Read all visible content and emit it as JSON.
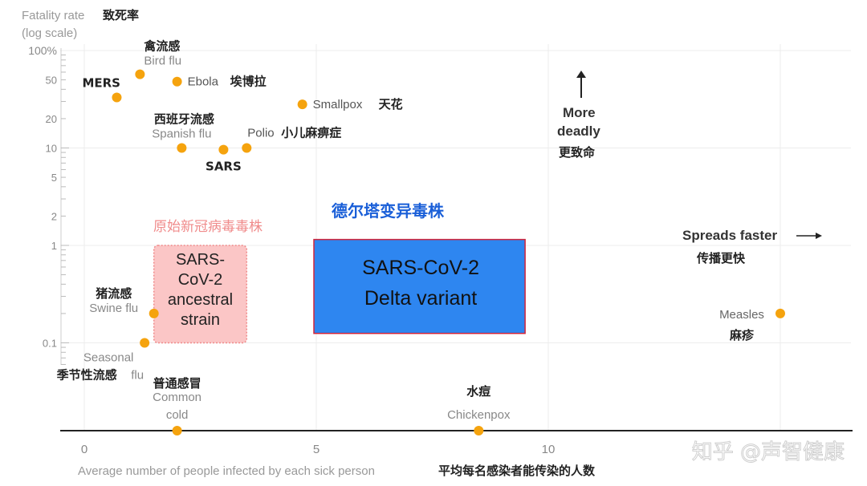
{
  "chart_data": {
    "type": "scatter",
    "log_y": true,
    "xlim": [
      -0.5,
      16.7
    ],
    "ylim": [
      0.05,
      100
    ],
    "grid": true,
    "y_axis_title": {
      "en": "Fatality rate",
      "en2": "(log scale)",
      "zh": "致死率"
    },
    "x_axis_title": {
      "en": "Average number of people infected by each sick person",
      "zh": "平均每名感染者能传染的人数"
    },
    "x_ticks": [
      {
        "v": 0,
        "label": "0"
      },
      {
        "v": 5,
        "label": "5"
      },
      {
        "v": 10,
        "label": "10"
      }
    ],
    "y_ticks": [
      {
        "v": 100,
        "label": "100%"
      },
      {
        "v": 50,
        "label": "50"
      },
      {
        "v": 20,
        "label": "20"
      },
      {
        "v": 10,
        "label": "10"
      },
      {
        "v": 5,
        "label": "5"
      },
      {
        "v": 2,
        "label": "2"
      },
      {
        "v": 1,
        "label": "1"
      },
      {
        "v": 0.1,
        "label": "0.1"
      }
    ],
    "points": [
      {
        "name": "MERS",
        "x": 0.7,
        "y": 33,
        "labels": [
          "MERS"
        ]
      },
      {
        "name": "Bird flu",
        "x": 1.2,
        "y": 57,
        "labels": [
          "禽流感",
          "Bird flu"
        ]
      },
      {
        "name": "Ebola",
        "x": 2.0,
        "y": 48,
        "labels": [
          "Ebola",
          "埃博拉"
        ]
      },
      {
        "name": "Smallpox",
        "x": 4.7,
        "y": 28,
        "labels": [
          "Smallpox",
          "天花"
        ]
      },
      {
        "name": "Spanish flu",
        "x": 2.1,
        "y": 10,
        "labels": [
          "西班牙流感",
          "Spanish flu"
        ]
      },
      {
        "name": "SARS",
        "x": 3.0,
        "y": 9.6,
        "labels": [
          "SARS"
        ]
      },
      {
        "name": "Polio",
        "x": 3.5,
        "y": 10,
        "labels": [
          "Polio",
          "小儿麻痹症"
        ]
      },
      {
        "name": "Swine flu",
        "x": 1.5,
        "y": 0.2,
        "labels": [
          "猪流感",
          "Swine flu"
        ]
      },
      {
        "name": "Seasonal flu",
        "x": 1.3,
        "y": 0.1,
        "labels": [
          "Seasonal",
          "季节性流感",
          "flu"
        ]
      },
      {
        "name": "Measles",
        "x": 15.0,
        "y": 0.2,
        "labels": [
          "Measles",
          "麻疹"
        ]
      },
      {
        "name": "Common cold",
        "x": 2.0,
        "y": null,
        "labels": [
          "普通感冒",
          "Common",
          "cold"
        ]
      },
      {
        "name": "Chickenpox",
        "x": 8.5,
        "y": null,
        "labels": [
          "水痘",
          "Chickenpox"
        ]
      }
    ],
    "regions": [
      {
        "name": "SARS-CoV-2 ancestral strain",
        "x": [
          1.5,
          3.5
        ],
        "y": [
          0.1,
          1.0
        ],
        "text": [
          "SARS-",
          "CoV-2",
          "ancestral",
          "strain"
        ],
        "caption": "原始新冠病毒毒株"
      },
      {
        "name": "SARS-CoV-2 Delta variant",
        "x": [
          5.0,
          9.5
        ],
        "y": [
          0.125,
          1.15
        ],
        "text": [
          "SARS-CoV-2",
          "Delta variant"
        ],
        "caption": "德尔塔变异毒株"
      }
    ],
    "annotations": {
      "more_deadly": [
        "More",
        "deadly",
        "更致命"
      ],
      "spreads_faster": [
        "Spreads faster",
        "传播更快"
      ]
    },
    "colors": {
      "point": "#f5a30e",
      "delta": "#2e86f0",
      "ancestral_fill": "#fbc6c6",
      "ancestral_caption": "#f08b8b",
      "delta_caption": "#1a5fd8"
    }
  },
  "watermark": "知乎 @声智健康"
}
